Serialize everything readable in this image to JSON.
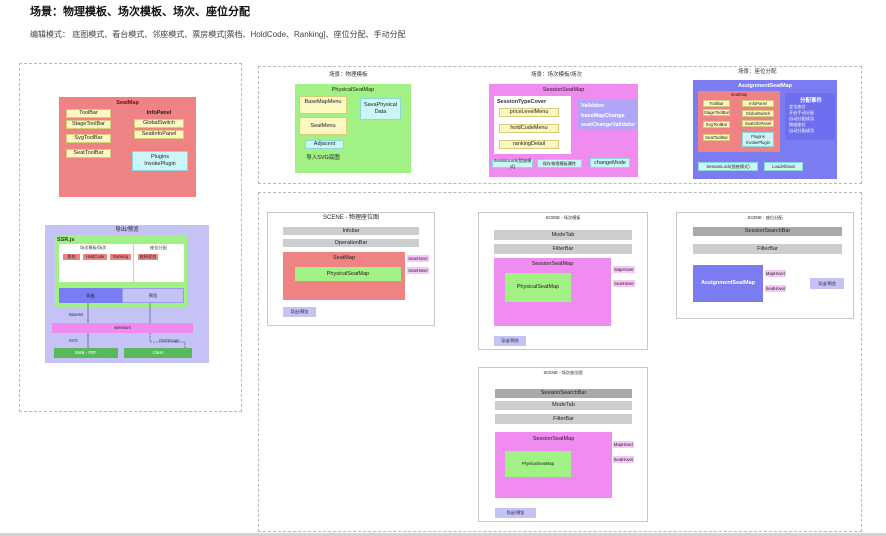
{
  "header": {
    "title": "场景：物理模板、场次模板、场次、座位分配",
    "subtitle": "编辑模式：  底图模式、看台模式、邻座模式、票房模式[票档、HoldCode、Ranking]、座位分配、手动分配"
  },
  "left": {
    "seatmap": {
      "title": "SeatMap",
      "toolbar": [
        "ToolBar",
        "StageToolBar",
        "SvgToolBar",
        "SeatToolBar"
      ],
      "infopanel": [
        "InfoPanel",
        "GlobalSwitch",
        "SeatInfoPanel"
      ],
      "plugins": "Plugins\nInvokePlugin"
    },
    "export": {
      "title": "导出/预览",
      "ssr": "SSR.js",
      "template_label": "场次模板/场次",
      "seat_alloc_label": "座位分配",
      "tags": [
        "票档",
        "HoldCode",
        "Ranking",
        "座椅状态"
      ],
      "export_btn": "导出",
      "preview_btn": "预览",
      "base64": "Base64",
      "selenium": "selenium",
      "svg": "SVG",
      "ossimage": "OSSImage",
      "batik": "Batik - PDF",
      "client": "Client"
    }
  },
  "top": {
    "physical": {
      "label": "场景：物理模板",
      "title": "PhysicalSeatMap",
      "basemapmenu": "BaseMapMenu",
      "seatmenu": "SeatMenu",
      "save": "SavaPhysical\nData",
      "adjacent": "Adjacent",
      "import_svg": "导入SVG底图"
    },
    "session": {
      "label": "场景：场次模板/场次",
      "title": "SessionSeatMap",
      "cover": "SessionTypeCover",
      "items": [
        "priceLevelMenu",
        "holdCodeMenu",
        "rankingDetail"
      ],
      "validator": [
        "Validator",
        "baseMapChange",
        "seatChangeValidator"
      ],
      "lock": "SessionLock(锁座模式)",
      "save": "保存物理模板属性",
      "changemode": "changeMode"
    },
    "assign": {
      "label": "场景：座位分配",
      "title": "AssignmentSeatMap",
      "seatmap": "SeatMap",
      "left_col": [
        "ToolBar",
        "StageToolBar",
        "SvgToolBar",
        "SeatToolBar"
      ],
      "right_col": [
        "InfoPanel",
        "GlobalSwitch",
        "SeatInfoPanel"
      ],
      "plugins": "Plugins\nInvokePlugin",
      "events_title": "分配事件",
      "events": [
        "定位座位",
        "开启手动分配",
        "自动分配成功",
        "换座座位",
        "自动分配成功"
      ],
      "lock": "SessionLock(锁座模式)",
      "loadall": "LoadAllSeat"
    }
  },
  "scene_physical": {
    "title": "SCENE - 物理座位图",
    "infobar": "Infobar",
    "operationbar": "OperationBar",
    "seatmap": "SeatMap",
    "physical": "PhysicalSeatMap",
    "hover1": "SeatHover",
    "hover2": "SeatHover",
    "export": "导出/预览"
  },
  "scene_template": {
    "title": "SCENE - 场次模板",
    "modetab": "ModeTab",
    "filterbar": "FilterBar",
    "session": "SessionSeatMap",
    "physical": "PhysicalSeatMap",
    "hover1": "MapHover",
    "hover2": "SeatHover",
    "export": "导出/预览"
  },
  "scene_assign": {
    "title": "SCENE - 座位分配",
    "search": "SessionSearchBar",
    "filterbar": "FilterBar",
    "assign": "AssignmentSeatMap",
    "hover1": "MapHover",
    "hover2": "SeatHover",
    "export": "导出/预览"
  },
  "scene_seat": {
    "title": "SCENE - 场次座位图",
    "search": "SessionSearchBar",
    "modetab": "ModeTab",
    "filterbar": "FilterBar",
    "session": "SessionSeatMap",
    "physical": "PhysicalSeatMap",
    "hover1": "MapHover",
    "hover2": "SeatHover",
    "export": "导出/预览"
  }
}
